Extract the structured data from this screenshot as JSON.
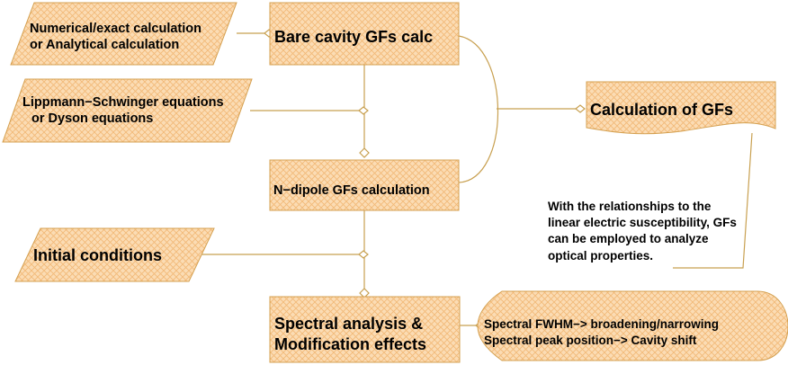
{
  "colors": {
    "fill": "#fbdcb4",
    "hatch": "#f2b978",
    "stroke": "#d4a050",
    "connector": "#c8a050",
    "text": "#000000"
  },
  "nodes": {
    "numerical": {
      "line1": "Numerical/exact calculation",
      "line2": "or Analytical calculation"
    },
    "bare_cavity": {
      "label": "Bare  cavity GFs calc"
    },
    "lippmann": {
      "line1": "Lippmann−Schwinger equations",
      "line2": "or Dyson equations"
    },
    "calculation_gfs": {
      "label": "Calculation of GFs"
    },
    "n_dipole": {
      "label": "N−dipole GFs calculation"
    },
    "initial": {
      "label": "Initial conditions"
    },
    "spectral": {
      "line1": "Spectral analysis &",
      "line2": "Modification effects"
    },
    "spectral_results": {
      "line1": "Spectral FWHM−>  broadening/narrowing",
      "line2": "Spectral peak position−>  Cavity shift"
    }
  },
  "note": {
    "line1": "With the relationships  to the",
    "line2": "linear electric susceptibility,   GFs",
    "line3": "can be employed to analyze",
    "line4": "optical properties."
  }
}
